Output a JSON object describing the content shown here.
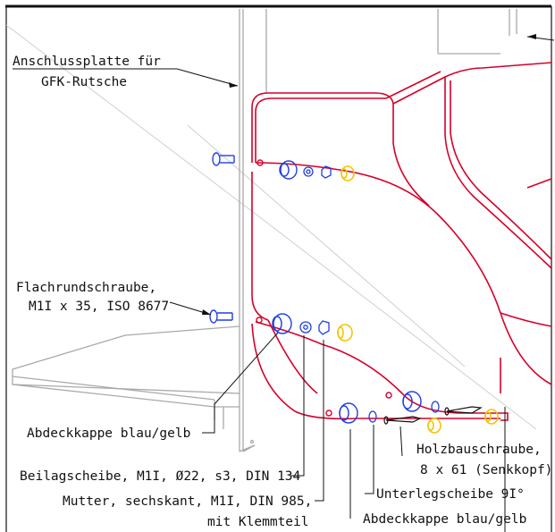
{
  "colors": {
    "line": "#111111",
    "grey": "#b5b5b5",
    "red": "#d6002a",
    "blue": "#1f3fe0",
    "yellow": "#f2c400"
  },
  "labels": {
    "plate_line1": "Anschlussplatte für",
    "plate_line2": "GFK-Rutsche",
    "screw_line1": "Flachrundschraube,",
    "screw_line2": "M1I x 35, ISO 8677",
    "cap_left": "Abdeckkappe blau/gelb",
    "washer": "Beilagscheibe, M1I, Ø22, s3, DIN 134",
    "nut_line1": "Mutter, sechskant, M1I, DIN 985,",
    "nut_line2": "mit Klemmteil",
    "wood_line1": "Holzbauschraube,",
    "wood_line2": "8 x 61 (Senkkopf)",
    "under_washer": "Unterlegscheibe 9I°",
    "cap_bottom": "Abdeckkappe blau/gelb"
  }
}
